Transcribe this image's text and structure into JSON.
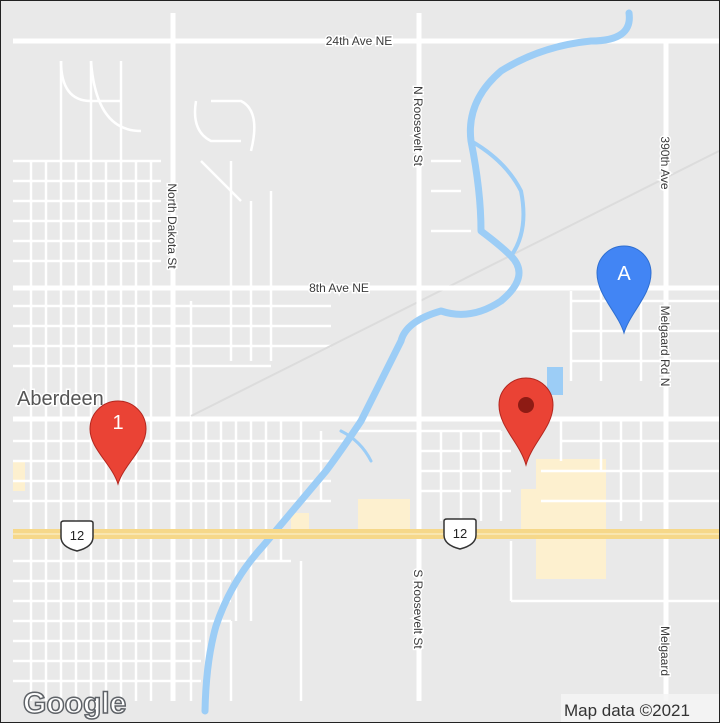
{
  "map": {
    "city": "Aberdeen",
    "roads": {
      "r24th": "24th Ave NE",
      "r8th": "8th Ave NE",
      "nroosevelt": "N Roosevelt St",
      "sroosevelt": "S Roosevelt St",
      "northdakota": "North Dakota St",
      "r390th": "390th Ave",
      "melgaardN": "Melgaard Rd N",
      "melgaardS": "Melgaard"
    },
    "highway": {
      "number": "12"
    },
    "markers": [
      {
        "label": "1",
        "color": "#ea4335"
      },
      {
        "label": "A",
        "color": "#4285f4"
      },
      {
        "label": "",
        "color": "#ea4335"
      }
    ],
    "logo": "Google",
    "attribution": "Map data ©2021"
  },
  "colors": {
    "land": "#e9e9e9",
    "road": "#ffffff",
    "water": "#9ccdf6",
    "highway": "#f6d88a",
    "commercial": "#fdf0cf",
    "labelText": "#3c3c3c"
  },
  "icons": {
    "pin": "map-pin-icon",
    "shield": "us-highway-shield-icon"
  }
}
